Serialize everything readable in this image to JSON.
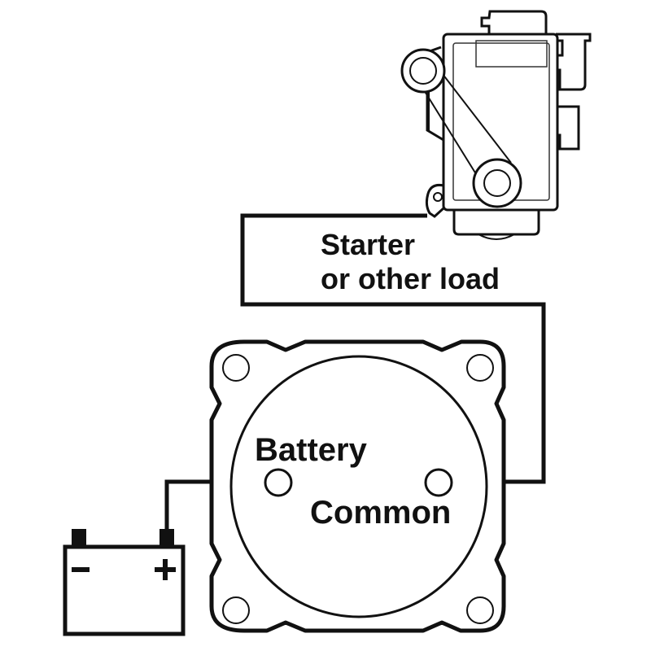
{
  "diagram": {
    "title": "Battery switch wiring: battery to starter",
    "components": {
      "starter": {
        "label_line1": "Starter",
        "label_line2": "or other load"
      },
      "switch": {
        "battery_terminal_label": "Battery",
        "common_terminal_label": "Common"
      },
      "battery": {
        "negative_symbol": "−",
        "positive_symbol": "+"
      }
    },
    "connections": [
      {
        "from": "battery-positive",
        "to": "switch-battery-terminal"
      },
      {
        "from": "switch-common-terminal",
        "to": "starter-terminal"
      }
    ],
    "colors": {
      "line": "#111111",
      "background": "#ffffff"
    }
  }
}
